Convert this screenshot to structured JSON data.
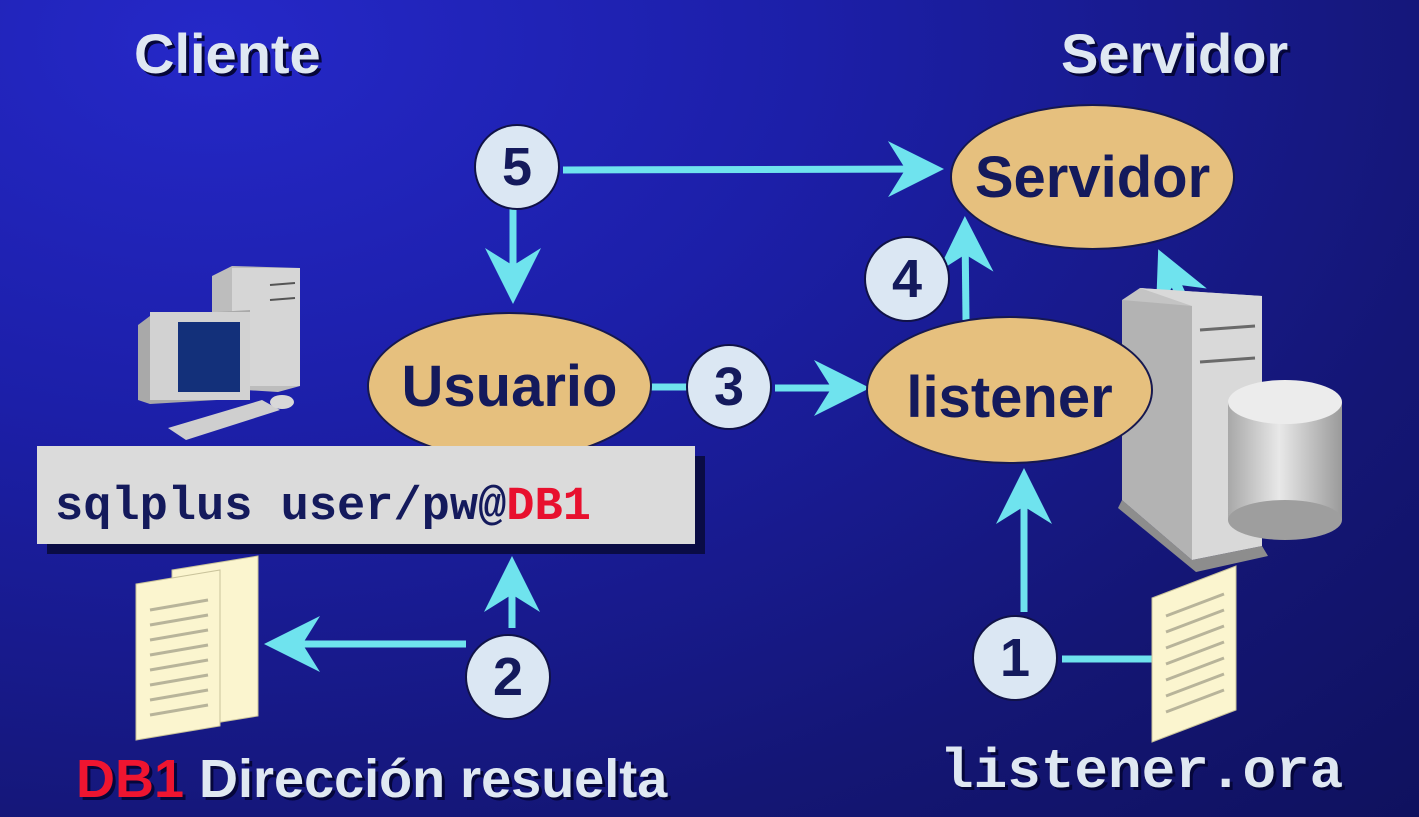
{
  "headings": {
    "client": "Cliente",
    "server": "Servidor"
  },
  "nodes": {
    "server": "Servidor",
    "user": "Usuario",
    "listener": "listener"
  },
  "steps": [
    "1",
    "2",
    "3",
    "4",
    "5"
  ],
  "command": {
    "prefix": "sqlplus user/pw@",
    "alias": "DB1"
  },
  "resolved": {
    "alias": "DB1",
    "text": " Dirección resuelta"
  },
  "config_file": "listener.ora",
  "colors": {
    "arrow": "#6fe3ee",
    "ellipse": "#e6c07e",
    "accent_red": "#e8102e"
  }
}
